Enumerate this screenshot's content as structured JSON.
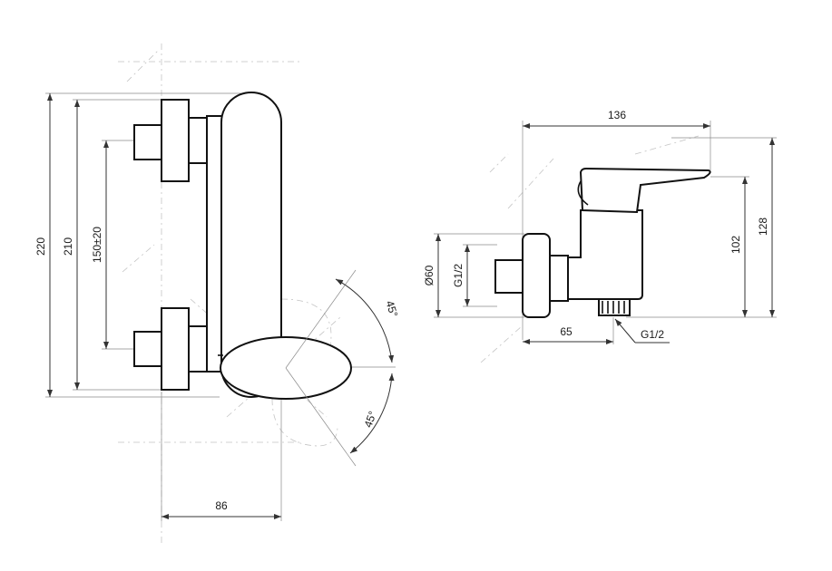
{
  "front_view": {
    "dim_overall_height": "220",
    "dim_body_height": "210",
    "dim_inlet_spacing": "150±20",
    "dim_width": "86",
    "angle_up": "45°",
    "angle_down": "45°"
  },
  "side_view": {
    "dim_depth": "136",
    "dim_height_outer": "128",
    "dim_height_inner": "102",
    "dim_diameter": "Ø60",
    "dim_inlet_thread": "G1/2",
    "dim_offset": "65",
    "dim_outlet_thread": "G1/2"
  }
}
